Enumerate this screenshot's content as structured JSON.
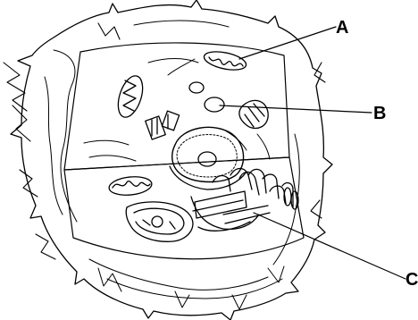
{
  "diagram": {
    "callouts": [
      {
        "id": "A",
        "label": "A"
      },
      {
        "id": "B",
        "label": "B"
      },
      {
        "id": "C",
        "label": "C"
      }
    ]
  },
  "colors": {
    "stroke": "#000000",
    "background": "#ffffff"
  }
}
